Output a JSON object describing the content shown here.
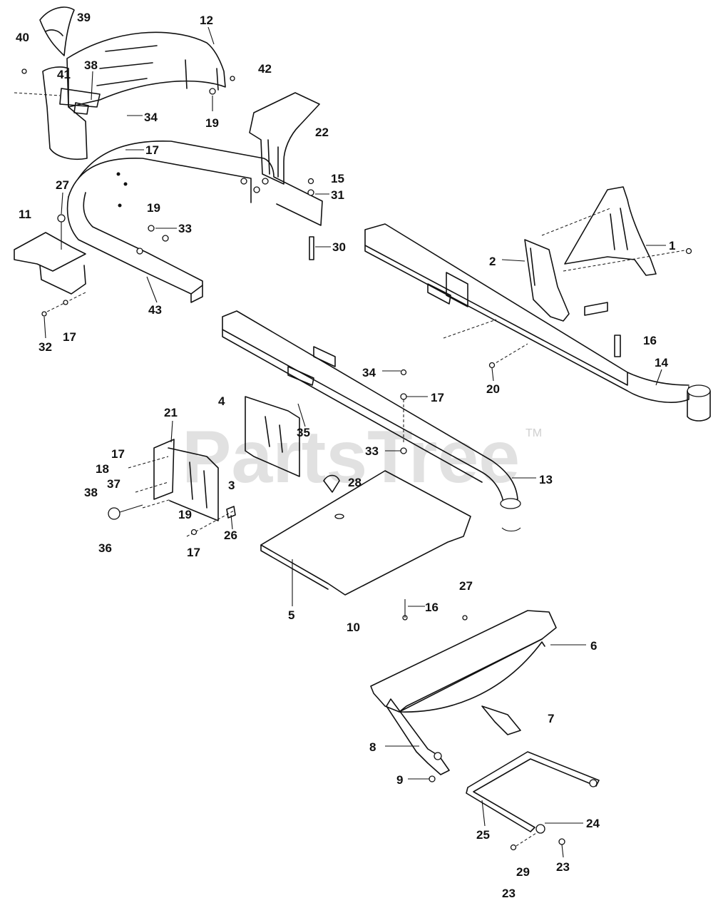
{
  "watermark": {
    "text": "PartsTree",
    "trademark": "TM"
  },
  "callouts": [
    {
      "id": "c39a",
      "text": "39"
    },
    {
      "id": "c40",
      "text": "40"
    },
    {
      "id": "c12",
      "text": "12"
    },
    {
      "id": "c42",
      "text": "42"
    },
    {
      "id": "c41",
      "text": "41"
    },
    {
      "id": "c38a",
      "text": "38"
    },
    {
      "id": "c34a",
      "text": "34"
    },
    {
      "id": "c19a",
      "text": "19"
    },
    {
      "id": "c22",
      "text": "22"
    },
    {
      "id": "c17a",
      "text": "17"
    },
    {
      "id": "c15",
      "text": "15"
    },
    {
      "id": "c31",
      "text": "31"
    },
    {
      "id": "c27a",
      "text": "27"
    },
    {
      "id": "c11",
      "text": "11"
    },
    {
      "id": "c19b",
      "text": "19"
    },
    {
      "id": "c33a",
      "text": "33"
    },
    {
      "id": "c30",
      "text": "30"
    },
    {
      "id": "c1",
      "text": "1"
    },
    {
      "id": "c2",
      "text": "2"
    },
    {
      "id": "c43",
      "text": "43"
    },
    {
      "id": "c32",
      "text": "32"
    },
    {
      "id": "c17b",
      "text": "17"
    },
    {
      "id": "c16a",
      "text": "16"
    },
    {
      "id": "c14",
      "text": "14"
    },
    {
      "id": "c34b",
      "text": "34"
    },
    {
      "id": "c20",
      "text": "20"
    },
    {
      "id": "c17c",
      "text": "17"
    },
    {
      "id": "c4",
      "text": "4"
    },
    {
      "id": "c21",
      "text": "21"
    },
    {
      "id": "c35",
      "text": "35"
    },
    {
      "id": "c17d",
      "text": "17"
    },
    {
      "id": "c33b",
      "text": "33"
    },
    {
      "id": "c18",
      "text": "18"
    },
    {
      "id": "c37",
      "text": "37"
    },
    {
      "id": "c3",
      "text": "3"
    },
    {
      "id": "c28",
      "text": "28"
    },
    {
      "id": "c13",
      "text": "13"
    },
    {
      "id": "c38b",
      "text": "38"
    },
    {
      "id": "c19c",
      "text": "19"
    },
    {
      "id": "c26",
      "text": "26"
    },
    {
      "id": "c36",
      "text": "36"
    },
    {
      "id": "c17e",
      "text": "17"
    },
    {
      "id": "c27b",
      "text": "27"
    },
    {
      "id": "c5",
      "text": "5"
    },
    {
      "id": "c16b",
      "text": "16"
    },
    {
      "id": "c10",
      "text": "10"
    },
    {
      "id": "c6",
      "text": "6"
    },
    {
      "id": "c7",
      "text": "7"
    },
    {
      "id": "c8",
      "text": "8"
    },
    {
      "id": "c9",
      "text": "9"
    },
    {
      "id": "c24",
      "text": "24"
    },
    {
      "id": "c25",
      "text": "25"
    },
    {
      "id": "c29",
      "text": "29"
    },
    {
      "id": "c23a",
      "text": "23"
    },
    {
      "id": "c23b",
      "text": "23"
    }
  ]
}
